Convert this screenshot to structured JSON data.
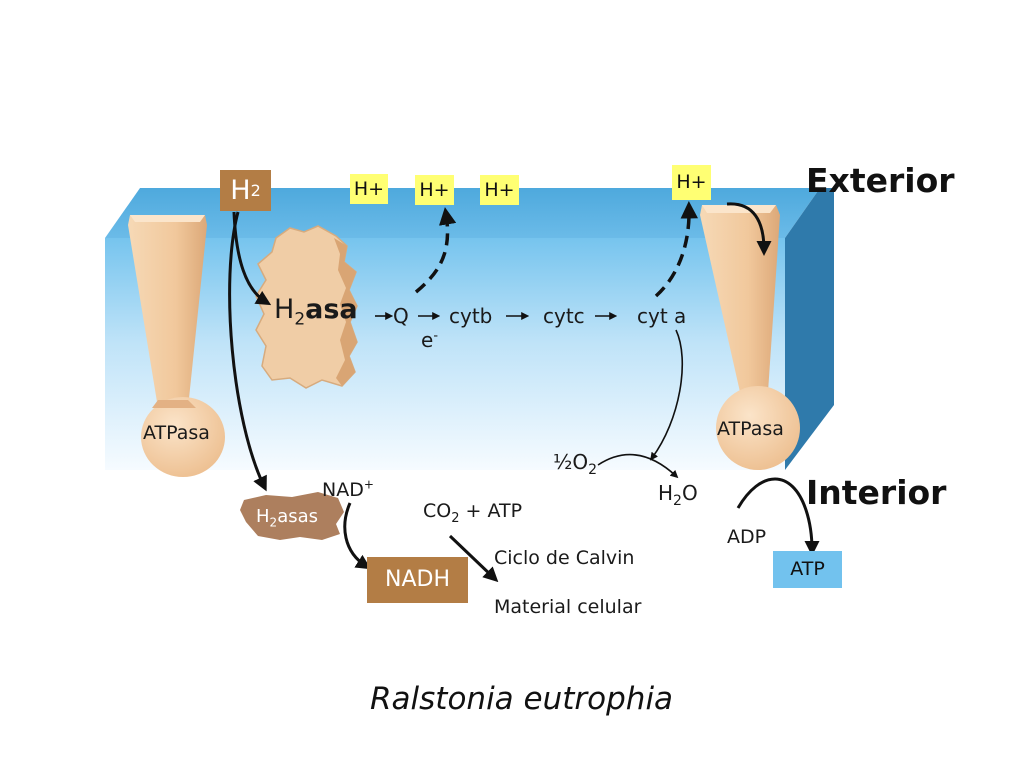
{
  "labels": {
    "exterior": "Exterior",
    "interior": "Interior",
    "h2": {
      "base": "H",
      "sub": "2"
    },
    "h2asa": {
      "pre": "H",
      "sub": "2",
      "post": "asa"
    },
    "chain": {
      "q": "Q",
      "cytb": "cytb",
      "cytc": "cytc",
      "cyta": "cyt a"
    },
    "electron": {
      "base": "e",
      "sup": "-"
    },
    "hplus": [
      "H+",
      "H+",
      "H+",
      "H+"
    ],
    "atpasa_left": "ATPasa",
    "atpasa_right": "ATPasa",
    "half_o2": {
      "pre": "½O",
      "sub": "2"
    },
    "h2o": {
      "pre": "H",
      "sub": "2",
      "post": "O"
    },
    "nad": {
      "base": "NAD",
      "sup": "+"
    },
    "nadh": "NADH",
    "h2asas": {
      "pre": "H",
      "sub": "2",
      "post": "asas"
    },
    "co2_atp": {
      "pre": "CO",
      "sub": "2",
      "post": " + ATP"
    },
    "calvin": "Ciclo de Calvin",
    "material": "Material celular",
    "adp": "ADP",
    "atp": "ATP",
    "organism": "Ralstonia eutrophia"
  },
  "colors": {
    "membrane_top": "#5ab4e6",
    "membrane_front_top": "#7cc8f0",
    "membrane_front_bottom": "#f2f8fd",
    "membrane_side": "#2e78a8",
    "hplus_bg": "#ffff73",
    "brown": "#b37d45",
    "atp_bg": "#72c2ee",
    "protein": "#f0cda6"
  },
  "icons": [
    "arrow-right-icon",
    "dashed-arrow-icon",
    "curved-arrow-icon"
  ]
}
